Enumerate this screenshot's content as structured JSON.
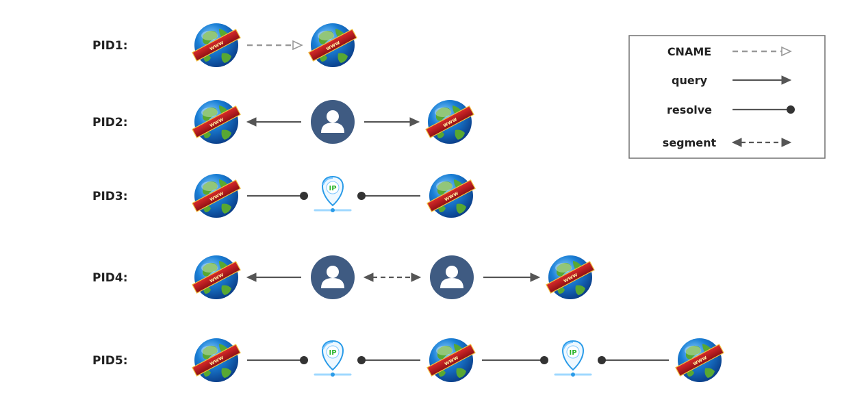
{
  "rows": [
    {
      "label": "PID1:",
      "nodes": [
        "globe",
        "globe"
      ],
      "links": [
        "cname"
      ]
    },
    {
      "label": "PID2:",
      "nodes": [
        "globe",
        "user",
        "globe"
      ],
      "links": [
        "query-reverse",
        "query"
      ]
    },
    {
      "label": "PID3:",
      "nodes": [
        "globe",
        "ip",
        "globe"
      ],
      "links": [
        "resolve",
        "resolve-reverse"
      ]
    },
    {
      "label": "PID4:",
      "nodes": [
        "globe",
        "user",
        "user",
        "globe"
      ],
      "links": [
        "query-reverse",
        "segment",
        "query"
      ]
    },
    {
      "label": "PID5:",
      "nodes": [
        "globe",
        "ip",
        "globe",
        "ip",
        "globe"
      ],
      "links": [
        "resolve",
        "resolve-reverse",
        "resolve",
        "resolve-reverse"
      ]
    }
  ],
  "legend": [
    {
      "label": "CNAME",
      "type": "cname"
    },
    {
      "label": "query",
      "type": "query"
    },
    {
      "label": "resolve",
      "type": "resolve"
    },
    {
      "label": "segment",
      "type": "segment"
    }
  ],
  "icons": {
    "globe": {
      "name": "www-globe-icon",
      "text": "www"
    },
    "user": {
      "name": "user-icon"
    },
    "ip": {
      "name": "ip-location-icon",
      "text": "IP"
    }
  },
  "colors": {
    "line": "#555555",
    "cname_line": "#999999",
    "user_fill": "#3f5b82",
    "globe_ocean": "#1a7fd6",
    "globe_land": "#58a832",
    "banner": "#b8141b",
    "ip_blue": "#2a9be8",
    "ip_green": "#2bb52b"
  }
}
